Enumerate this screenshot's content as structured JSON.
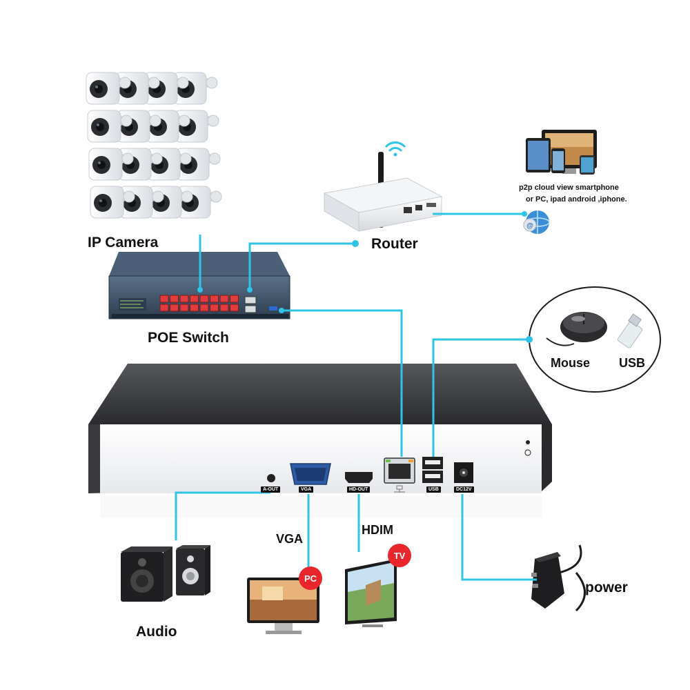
{
  "labels": {
    "ip_camera": "IP Camera",
    "router": "Router",
    "poe_switch": "POE Switch",
    "mouse": "Mouse",
    "usb": "USB",
    "vga": "VGA",
    "hdim": "HDIM",
    "audio": "Audio",
    "power": "power"
  },
  "cloud_text": {
    "line1": "p2p cloud  view smartphone",
    "line2": "or PC, ipad android ,iphone."
  },
  "badges": {
    "pc": "PC",
    "tv": "TV"
  },
  "nvr_ports": {
    "audio_out": "A-OUT",
    "vga": "VGA",
    "hd_out": "HD-OUT",
    "usb": "USB",
    "dc": "DC12V"
  },
  "colors": {
    "connector": "#2ec4e6",
    "nvr_body": "#3a3a3c",
    "nvr_face": "#f2f3f5",
    "switch_body": "#3e5266",
    "switch_ports": "#e23b3b",
    "badge": "#e8262b"
  }
}
